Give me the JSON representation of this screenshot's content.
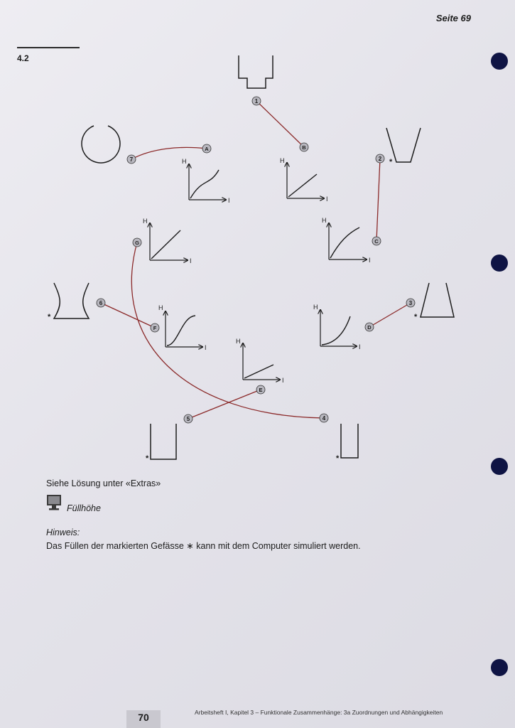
{
  "header": {
    "page_label": "Seite 69"
  },
  "section": {
    "number": "4.2"
  },
  "diagram": {
    "number_markers": [
      "1",
      "2",
      "3",
      "4",
      "5",
      "6",
      "7"
    ],
    "letter_markers": [
      "A",
      "B",
      "C",
      "D",
      "E",
      "F",
      "G"
    ],
    "axis_labels": {
      "vertical": "H",
      "horizontal": "I"
    },
    "vessel_mark": "*",
    "connections": [
      {
        "number": "1",
        "letter": "B"
      },
      {
        "number": "2",
        "letter": "C"
      },
      {
        "number": "3",
        "letter": "D"
      },
      {
        "number": "4",
        "letter": "G"
      },
      {
        "number": "5",
        "letter": "E"
      },
      {
        "number": "6",
        "letter": "F"
      },
      {
        "number": "7",
        "letter": "A"
      }
    ],
    "line_color": "#8b2a2a"
  },
  "solution_note": "Siehe Lösung unter «Extras»",
  "software": {
    "icon": "monitor-icon",
    "label": "Füllhöhe"
  },
  "hint": {
    "title": "Hinweis:",
    "text": "Das Füllen der markierten Gefässe ∗ kann mit dem Computer simuliert werden."
  },
  "footer": {
    "page_number": "70",
    "text": "Arbeitsheft I, Kapitel 3 – Funktionale Zusammenhänge: 3a Zuordnungen und Abhängigkeiten"
  }
}
